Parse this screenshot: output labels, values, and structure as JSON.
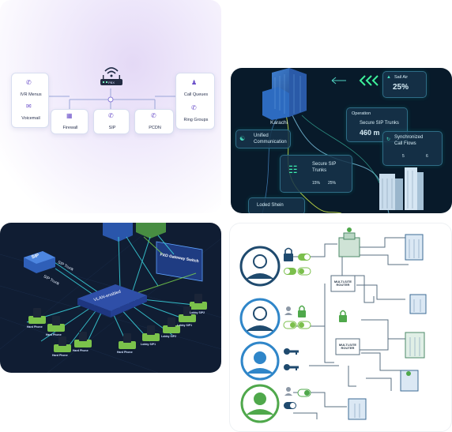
{
  "pbx_panel": {
    "router_label": "PBX",
    "left_items": [
      "IVR Menus",
      "Voicemail"
    ],
    "right_items": [
      "Call Queues",
      "Ring Groups"
    ],
    "bottom_items": [
      "Firewall",
      "SIP",
      "PCDN"
    ]
  },
  "city_panel": {
    "city_label": "Karachi",
    "sail_air": {
      "title": "Sail Air",
      "value": "25%"
    },
    "operation": {
      "title": "Operation",
      "subtitle": "Secure SIP Trunks",
      "value": "460 m"
    },
    "unified": {
      "line1": "Unified",
      "line2": "Communication"
    },
    "secure_trunks": {
      "line1": "Secure SIP",
      "line2": "Trunks",
      "stat1": "15%",
      "stat2": "25%"
    },
    "sync": {
      "line1": "Synchronized",
      "line2": "Call Flows"
    },
    "sync_stats": [
      "5",
      "6"
    ],
    "bottom_label": "Loded Shein"
  },
  "network_panel": {
    "sip_box": "SIP",
    "trunk_labels": [
      "SIP Trunk",
      "SIP Trunk"
    ],
    "switch_label": "VLAN-enabled",
    "gateway_label": "FXO Gateway Switch",
    "phone_labels": [
      "Hard Phone",
      "Hard Phone",
      "Hard Phone",
      "Hard Phone",
      "Hard Phone",
      "Lobby SIP1",
      "Lobby SIP2",
      "Lobby SIP1",
      "Lobby SIP2"
    ],
    "colors": {
      "switch": "#2f5fb8",
      "phone_base": "#7bc24b",
      "link": "#3bd6e0"
    }
  },
  "router_panel": {
    "router_labels": [
      "MULTI-SITE ROUTER",
      "MULTI-SITE ROUTER"
    ],
    "colors": {
      "avatar_dark": "#1f4a6e",
      "avatar_blue": "#2f86c9",
      "avatar_green": "#4fa84b",
      "toggle": "#7bbf4c",
      "key": "#1f4a6e"
    }
  }
}
